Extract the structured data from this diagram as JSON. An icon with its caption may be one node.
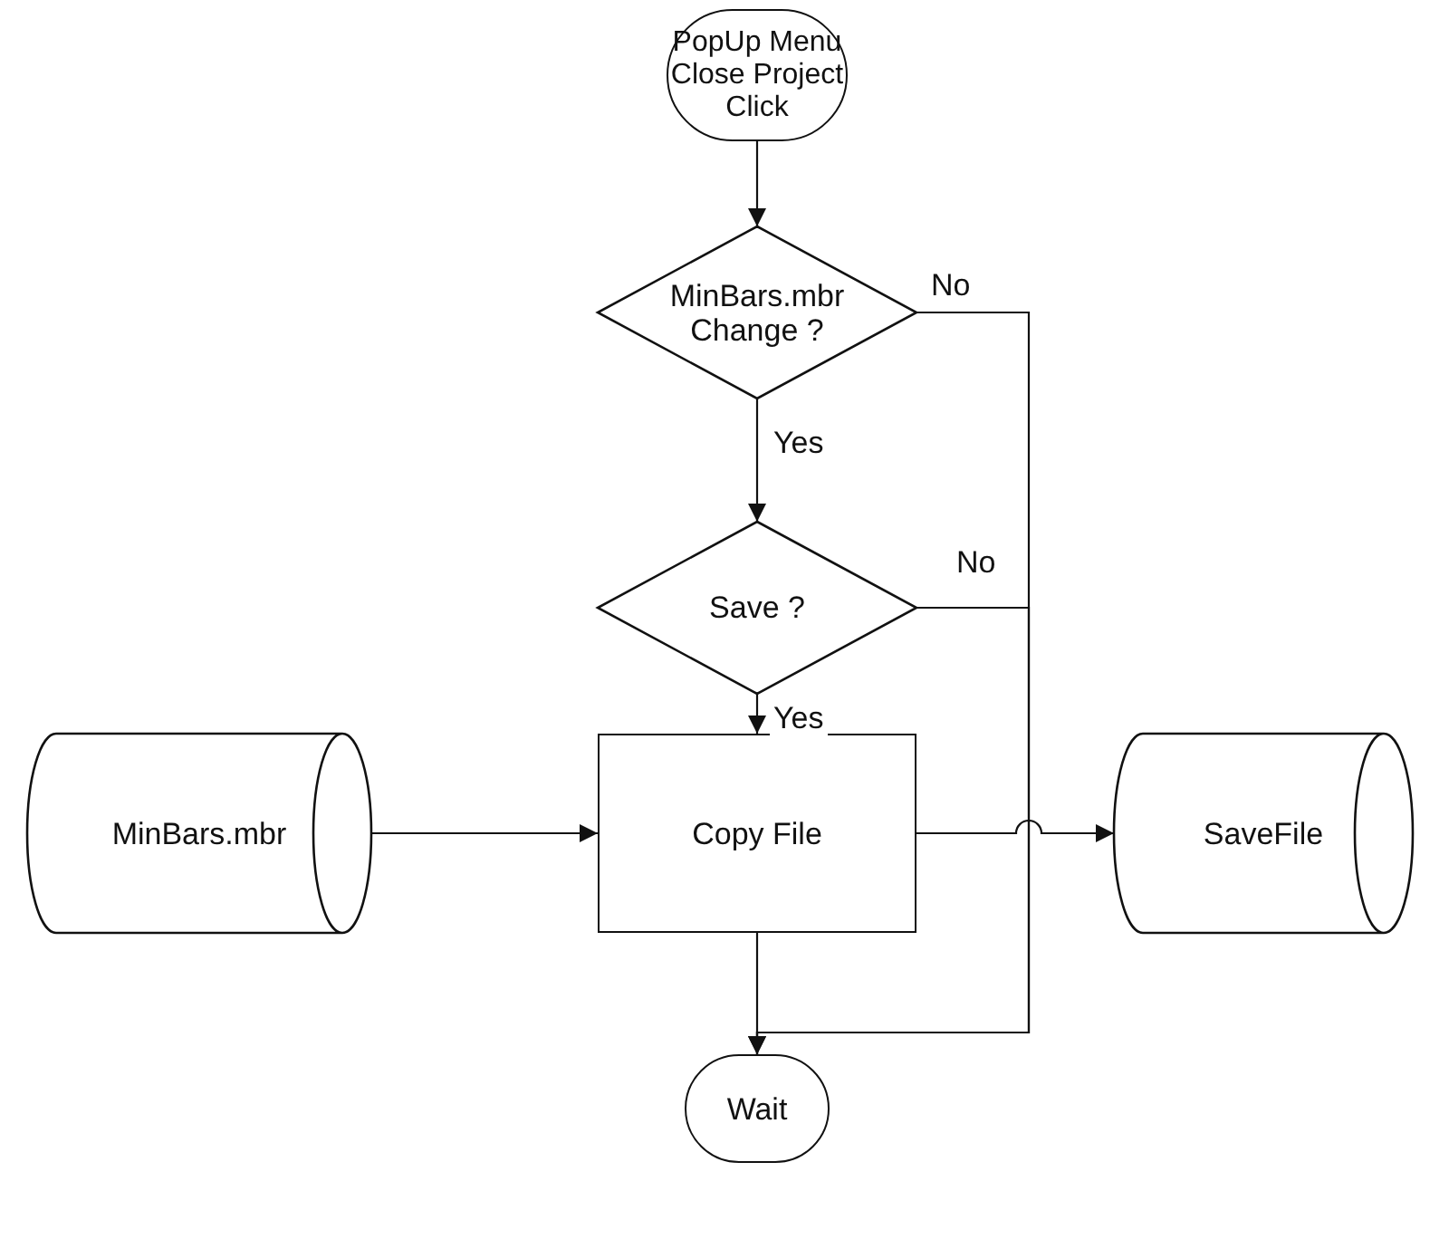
{
  "diagram": {
    "nodes": [
      {
        "text": [
          "PopUp Menu Close Project Click"
        ]
      },
      {
        "text": [
          "MinBars.mbr Change ?"
        ]
      },
      {
        "text": [
          "Save ?"
        ]
      },
      {
        "text": [
          "MinBars.mbr"
        ]
      },
      {
        "text": [
          "Copy File"
        ]
      },
      {
        "text": [
          "SaveFile"
        ]
      },
      {
        "text": [
          "Wait"
        ]
      }
    ],
    "edges": [
      {
        "from": 0,
        "to": 1,
        "arrow": "to"
      },
      {
        "from": 1,
        "to": 2,
        "arrow": "to",
        "label": "Yes"
      },
      {
        "from": 2,
        "to": 4,
        "arrow": "to",
        "label": "Yes"
      },
      {
        "from": 3,
        "to": 4,
        "arrow": "to"
      },
      {
        "from": 4,
        "to": 5,
        "arrow": "to"
      },
      {
        "from": 4,
        "to": 6,
        "arrow": "to"
      },
      {
        "from": 1,
        "to": 6,
        "arrow": "to",
        "label": "No"
      },
      {
        "from": 2,
        "to": 6,
        "arrow": "to",
        "label": "No"
      }
    ]
  }
}
